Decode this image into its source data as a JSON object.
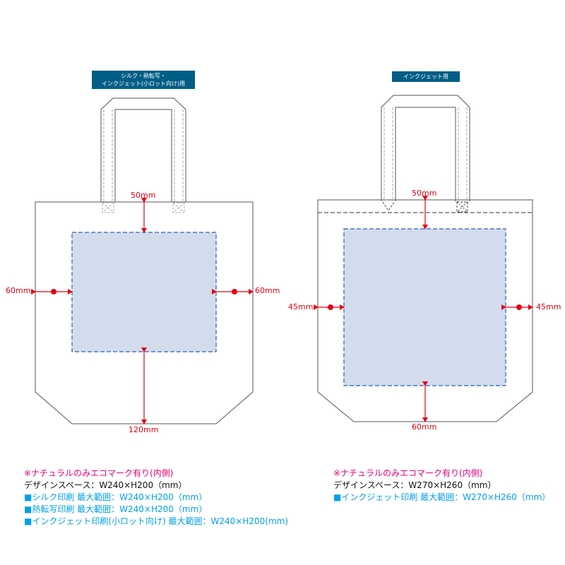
{
  "colors": {
    "accent_red": "#e60012",
    "tag_bg": "#005e86",
    "note_magenta": "#e4007f",
    "note_cyan": "#00a0e9",
    "print_area_fill": "#d3dcec",
    "print_area_border": "#2b63b8"
  },
  "left_bag": {
    "tag_line1": "シルク・熱転写・",
    "tag_line2": "インクジェット(小ロット向け)用",
    "dim_top": "50mm",
    "dim_left": "60mm",
    "dim_right": "60mm",
    "dim_bottom": "120mm"
  },
  "right_bag": {
    "tag_line1": "インクジェット用",
    "dim_top": "50mm",
    "dim_left": "45mm",
    "dim_right": "45mm",
    "dim_bottom": "60mm"
  },
  "notes_left": {
    "eco_note": "※ナチュラルのみエコマーク有り(内側)",
    "design_space": "デザインスペース：W240×H200（mm）",
    "silk": "■シルク印刷 最大範囲：W240×H200（mm）",
    "heat": "■熱転写印刷 最大範囲：W240×H200（mm）",
    "inkjet_small": "■インクジェット印刷(小ロット向け) 最大範囲：W240×H200(mm)"
  },
  "notes_right": {
    "eco_note": "※ナチュラルのみエコマーク有り(内側)",
    "design_space": "デザインスペース：W270×H260（mm）",
    "inkjet": "■インクジェット印刷 最大範囲：W270×H260（mm）"
  }
}
